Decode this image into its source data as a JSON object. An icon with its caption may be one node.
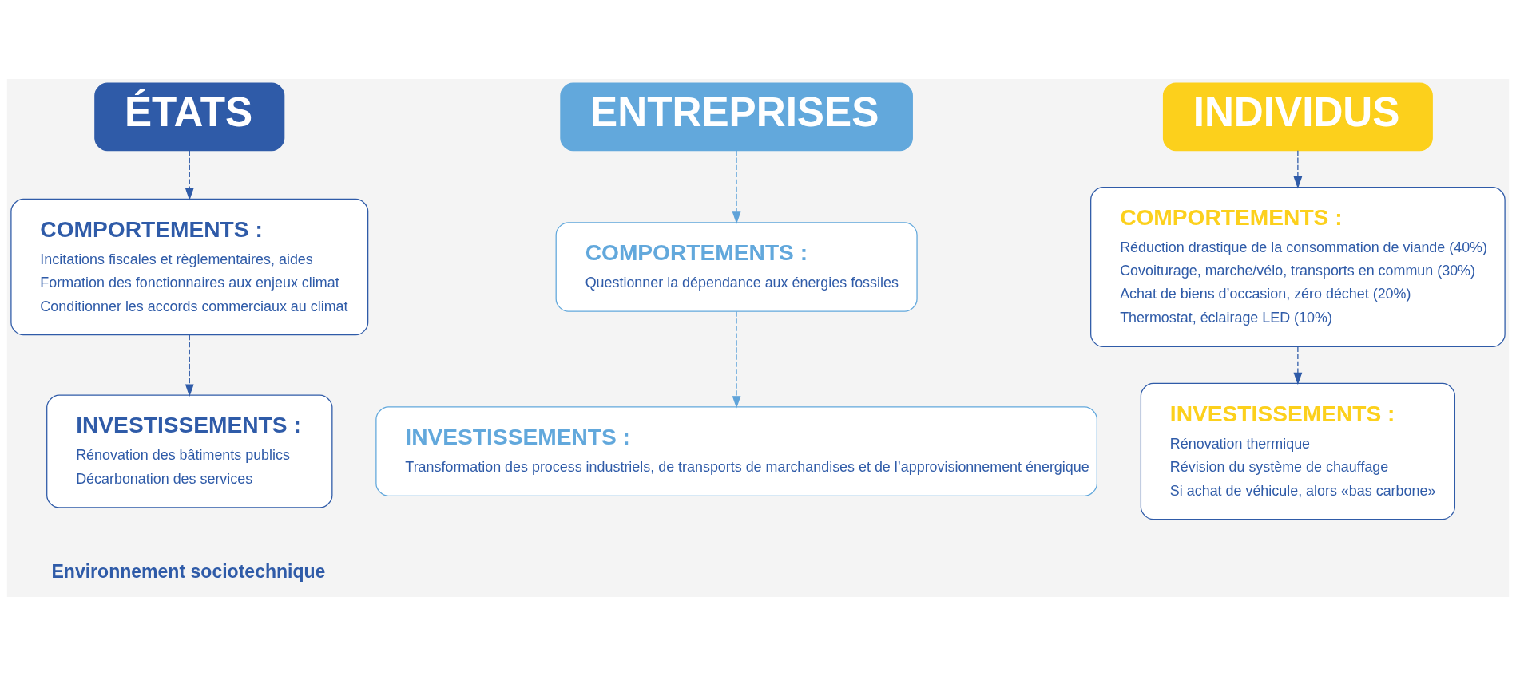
{
  "diagram": {
    "nodes": [
      {
        "text": [
          "ÉTATS"
        ]
      },
      {
        "text": [
          "ENTREPRISES"
        ]
      },
      {
        "text": [
          "INDIVIDUS"
        ]
      },
      {
        "text": [
          "COMPORTEMENTS :",
          "Incitations fiscales et règlementaires, aides",
          "Formation des fonctionnaires aux enjeux climat",
          "Conditionner les accords commerciaux au climat"
        ]
      },
      {
        "text": [
          "COMPORTEMENTS :",
          "Questionner la dépendance aux énergies fossiles"
        ]
      },
      {
        "text": [
          "COMPORTEMENTS :",
          "Réduction drastique de la consommation de viande (40%)",
          "Covoiturage, marche/vélo, transports en commun (30%)",
          "Achat de biens d’occasion, zéro déchet (20%)",
          "Thermostat, éclairage LED (10%)"
        ]
      },
      {
        "text": [
          "INVESTISSEMENTS :",
          "Rénovation des bâtiments publics",
          "Décarbonation des services"
        ]
      },
      {
        "text": [
          "INVESTISSEMENTS :",
          "Transformation des process industriels, de transports de marchandises et de l’approvisionnement énergique"
        ]
      },
      {
        "text": [
          "INVESTISSEMENTS :",
          "Rénovation thermique",
          "Révision du système de chauffage",
          "Si achat de véhicule, alors «bas carbone»"
        ]
      }
    ],
    "edges": [
      {
        "from": 0,
        "to": 3,
        "arrow": "to",
        "style": "dashed"
      },
      {
        "from": 1,
        "to": 4,
        "arrow": "to",
        "style": "dashed",
        "color": "#5fa3d9"
      },
      {
        "from": 2,
        "to": 5,
        "arrow": "to",
        "style": "dashed"
      },
      {
        "from": 3,
        "to": 6,
        "arrow": "to",
        "style": "dashed"
      },
      {
        "from": 4,
        "to": 7,
        "arrow": "to",
        "style": "dashed",
        "color": "#5fa3d9"
      },
      {
        "from": 5,
        "to": 8,
        "arrow": "to",
        "style": "dashed"
      }
    ],
    "labels": [
      "Environnement sociotechnique"
    ]
  }
}
